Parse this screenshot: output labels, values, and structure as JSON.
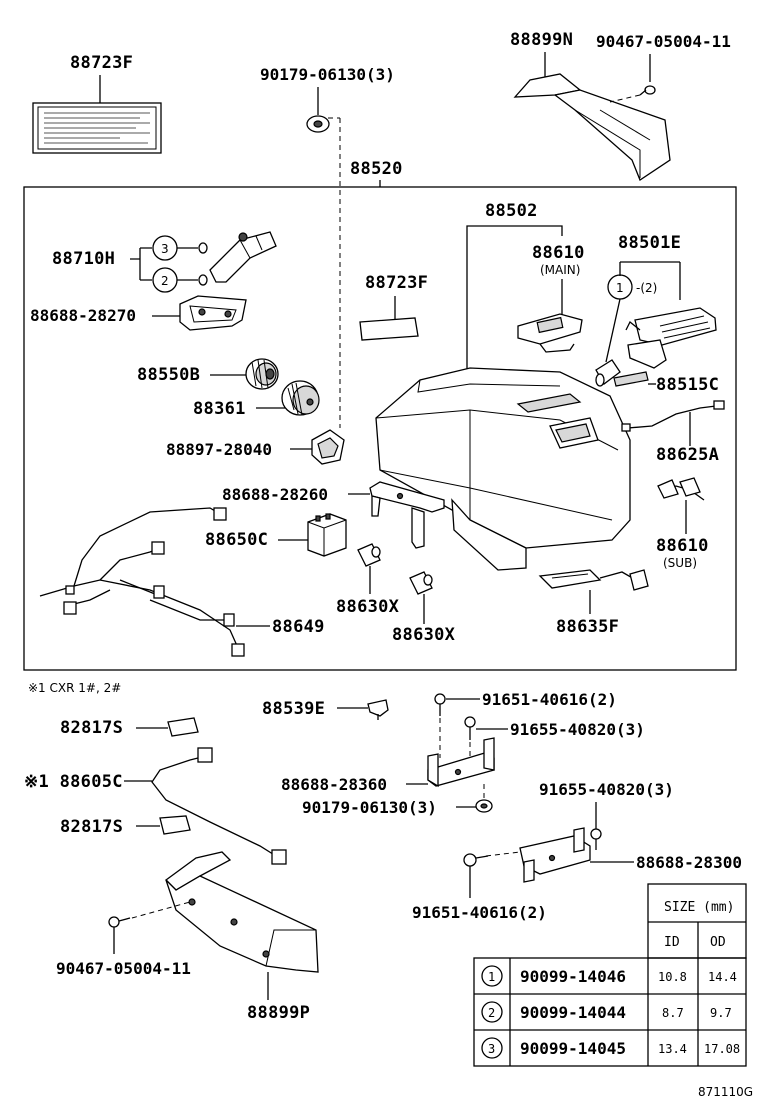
{
  "labels": {
    "p88723F_top": "88723F",
    "p90179_top": "90179-06130(3)",
    "p88899N": "88899N",
    "p90467_top": "90467-05004-11",
    "p88520": "88520",
    "p88502": "88502",
    "p88710H": "88710H",
    "p88688_28270": "88688-28270",
    "p88723F_mid": "88723F",
    "p88610": "88610",
    "p88610_main": "(MAIN)",
    "p88501E": "88501E",
    "p88501E_q": "-(2)",
    "p88550B": "88550B",
    "p88515C": "88515C",
    "p88361": "88361",
    "p88897": "88897-28040",
    "p88625A": "88625A",
    "p88688_28260": "88688-28260",
    "p88650C": "88650C",
    "p88610_b": "88610",
    "p88610_sub": "(SUB)",
    "p88630X_1": "88630X",
    "p88630X_2": "88630X",
    "p88649": "88649",
    "p88635F": "88635F",
    "note": "※1 CXR 1#, 2#",
    "p88539E": "88539E",
    "p91651_a": "91651-40616(2)",
    "p91655_a": "91655-40820(3)",
    "p82817S_a": "82817S",
    "p88605C": "※1 88605C",
    "p88688_28360": "88688-28360",
    "p90179_bot": "90179-06130(3)",
    "p91655_b": "91655-40820(3)",
    "p82817S_b": "82817S",
    "p88688_28300": "88688-28300",
    "p91651_b": "91651-40616(2)",
    "p90467_bot": "90467-05004-11",
    "p88899P": "88899P",
    "code": "871110G"
  },
  "callouts": {
    "c1": "1",
    "c2": "2",
    "c3": "3"
  },
  "table": {
    "size_header": "SIZE (mm)",
    "id_header": "ID",
    "od_header": "OD",
    "rows": [
      {
        "key": "1",
        "part": "90099-14046",
        "id": "10.8",
        "od": "14.4"
      },
      {
        "key": "2",
        "part": "90099-14044",
        "id": "8.7",
        "od": "9.7"
      },
      {
        "key": "3",
        "part": "90099-14045",
        "id": "13.4",
        "od": "17.08"
      }
    ]
  }
}
